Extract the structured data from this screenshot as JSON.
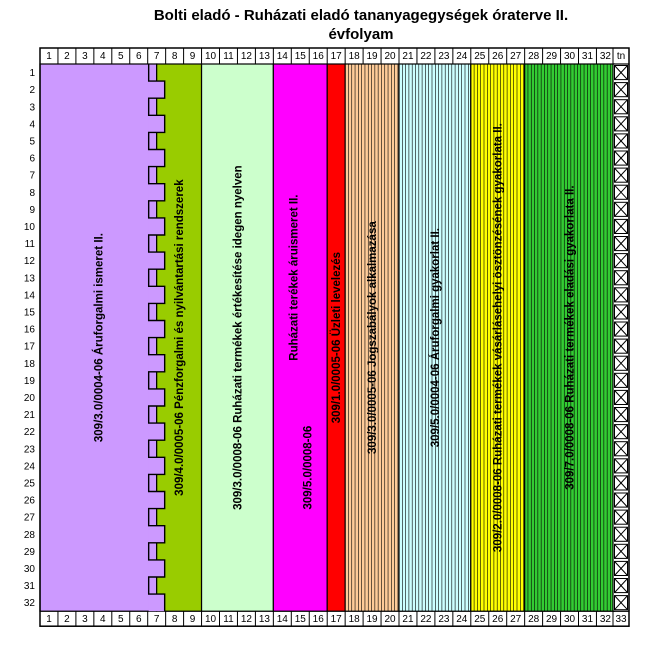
{
  "title": {
    "line1": "Bolti eladó - Ruházati eladó tananyagegységek óraterve II.",
    "line2": "évfolyam"
  },
  "colors": {
    "grid": "#000000",
    "background": "#ffffff",
    "tn_cell": "#ffffff"
  },
  "chart_data": {
    "type": "schedule-grid",
    "x_axis_labels": [
      "1",
      "2",
      "3",
      "4",
      "5",
      "6",
      "7",
      "8",
      "9",
      "10",
      "11",
      "12",
      "13",
      "14",
      "15",
      "16",
      "17",
      "18",
      "19",
      "20",
      "21",
      "22",
      "23",
      "24",
      "25",
      "26",
      "27",
      "28",
      "29",
      "30",
      "31",
      "32",
      "tn"
    ],
    "x_axis_labels_bottom": [
      "1",
      "2",
      "3",
      "4",
      "5",
      "6",
      "7",
      "8",
      "9",
      "10",
      "11",
      "12",
      "13",
      "14",
      "15",
      "16",
      "17",
      "18",
      "19",
      "20",
      "21",
      "22",
      "23",
      "24",
      "25",
      "26",
      "27",
      "28",
      "29",
      "30",
      "31",
      "32",
      "33"
    ],
    "y_axis_labels": [
      "1",
      "2",
      "3",
      "4",
      "5",
      "6",
      "7",
      "8",
      "9",
      "10",
      "11",
      "12",
      "13",
      "14",
      "15",
      "16",
      "17",
      "18",
      "19",
      "20",
      "21",
      "22",
      "23",
      "24",
      "25",
      "26",
      "27",
      "28",
      "29",
      "30",
      "31",
      "32"
    ],
    "blocks": [
      {
        "label": "309/3.0/0004-06 Áruforgalmi ismeret II.",
        "col_start": 1,
        "col_end": 7.5,
        "color": "#cc99ff",
        "pattern": "solid",
        "text_color": "#000000",
        "tooth": "right"
      },
      {
        "label": "309/4.0/0005-06 Pénzforgalmi és nyilvántartási rendszerek",
        "col_start": 7.5,
        "col_end": 9,
        "color": "#99cc00",
        "pattern": "solid",
        "text_color": "#000000",
        "tooth": "left"
      },
      {
        "label": "309/3.0/0008-06 Ruházati termékek értékesítése idegen nyelven",
        "col_start": 10,
        "col_end": 13,
        "color": "#ccffcc",
        "pattern": "solid",
        "text_color": "#000000"
      },
      {
        "label_lines": [
          "Ruházati terékek áruismeret II.",
          "309/5.0/0008-06"
        ],
        "col_start": 14,
        "col_end": 16,
        "color": "#ff00ff",
        "pattern": "solid",
        "text_color": "#000000"
      },
      {
        "label": "309/1.0/0005-06 Üzleti levelezés",
        "col_start": 17,
        "col_end": 17,
        "color": "#ff0000",
        "pattern": "solid",
        "text_color": "#000000"
      },
      {
        "label": "309/3.0/0005-06 Jogszabályok alkalmazása",
        "col_start": 18,
        "col_end": 20,
        "color": "#ffcc99",
        "pattern": "vlines",
        "text_color": "#000000"
      },
      {
        "label": "309/5.0/0004-06 Áruforgalmi gyakorlat II.",
        "col_start": 21,
        "col_end": 24,
        "color": "#ccffff",
        "pattern": "vlines",
        "text_color": "#000000"
      },
      {
        "label": "309/2.0/0008-06 Ruházati termékek vásárlásehelyi ösztönzésének gyakorlata II.",
        "col_start": 25,
        "col_end": 27,
        "color": "#ffff00",
        "pattern": "vlines",
        "text_color": "#000000"
      },
      {
        "label": "309/7.0/0008-06 Ruházati termékek eladási gyakorlata II.",
        "col_start": 28,
        "col_end": 32,
        "color": "#33cc33",
        "pattern": "vlines",
        "text_color": "#000000"
      }
    ],
    "tn_column": {
      "label": "tn",
      "mark": "crossed-box"
    }
  }
}
